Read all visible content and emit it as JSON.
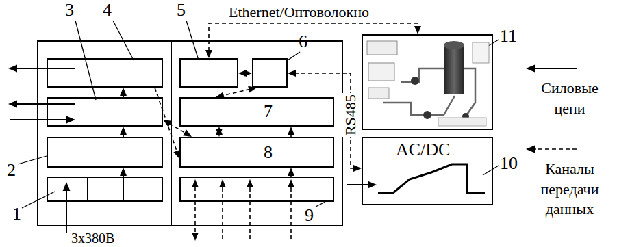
{
  "diagram": {
    "nodes": [
      {
        "text": [
          "1"
        ]
      },
      {
        "text": [
          "2"
        ]
      },
      {
        "text": [
          "3"
        ]
      },
      {
        "text": [
          "4"
        ]
      },
      {
        "text": [
          "5"
        ]
      },
      {
        "text": [
          "6"
        ]
      },
      {
        "text": [
          "7"
        ]
      },
      {
        "text": [
          "8"
        ]
      },
      {
        "text": [
          "9"
        ]
      },
      {
        "text": [
          "AC/DC",
          "10"
        ]
      },
      {
        "text": [
          "11"
        ]
      }
    ],
    "edges": [
      {
        "from": 0,
        "to": 1,
        "arrow": "to"
      },
      {
        "from": 1,
        "to": 2,
        "arrow": "to"
      },
      {
        "from": 2,
        "to": 3,
        "arrow": "to"
      },
      {
        "from": 4,
        "to": 5,
        "arrow": "both"
      },
      {
        "from": 5,
        "to": 6,
        "arrow": "both"
      },
      {
        "from": 6,
        "to": 7,
        "arrow": "both"
      },
      {
        "from": 8,
        "to": 7,
        "arrow": "to"
      },
      {
        "from": 7,
        "to": 6,
        "arrow": "to"
      },
      {
        "from": 3,
        "to": 7,
        "arrow": "to"
      },
      {
        "from": 2,
        "to": 7,
        "arrow": "both"
      },
      {
        "from": 4,
        "to": 10,
        "label": "Ethernet/Оптоволокно",
        "arrow": "both"
      },
      {
        "from": 5,
        "to": 9,
        "label": "RS485",
        "arrow": "both"
      }
    ],
    "labels": [
      "3x380В"
    ],
    "legend": [
      {
        "text": "Силовые цепи"
      },
      {
        "text": "Каналы передачи данных"
      }
    ]
  }
}
